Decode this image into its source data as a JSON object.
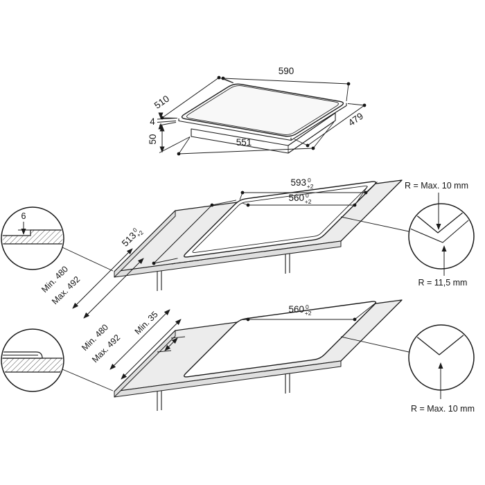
{
  "colors": {
    "line": "#1a1a1a",
    "worktop_fill": "#ececec",
    "background": "#ffffff"
  },
  "product_view": {
    "width": "590",
    "glass_depth": "510",
    "base_depth": "479",
    "glass_thickness": "4",
    "height": "50",
    "base_width": "551"
  },
  "flush_install": {
    "outer_width": {
      "value": "593",
      "tol_upper": "0",
      "tol_lower": "+2"
    },
    "inner_width": {
      "value": "560",
      "tol_upper": "0",
      "tol_lower": "+2"
    },
    "depth": {
      "value": "513",
      "tol_upper": "0",
      "tol_lower": "+2"
    },
    "depth_min": "Min. 480",
    "depth_max": "Max. 492",
    "recess_depth": "6",
    "radius_outer": "R = Max. 10 mm",
    "radius_inner": "R = 11,5 mm"
  },
  "surface_install": {
    "width": {
      "value": "560",
      "tol_upper": "0",
      "tol_lower": "+2"
    },
    "front_clearance": "Min. 35",
    "depth_min": "Min. 480",
    "depth_max": "Max. 492",
    "radius": "R = Max. 10 mm"
  }
}
